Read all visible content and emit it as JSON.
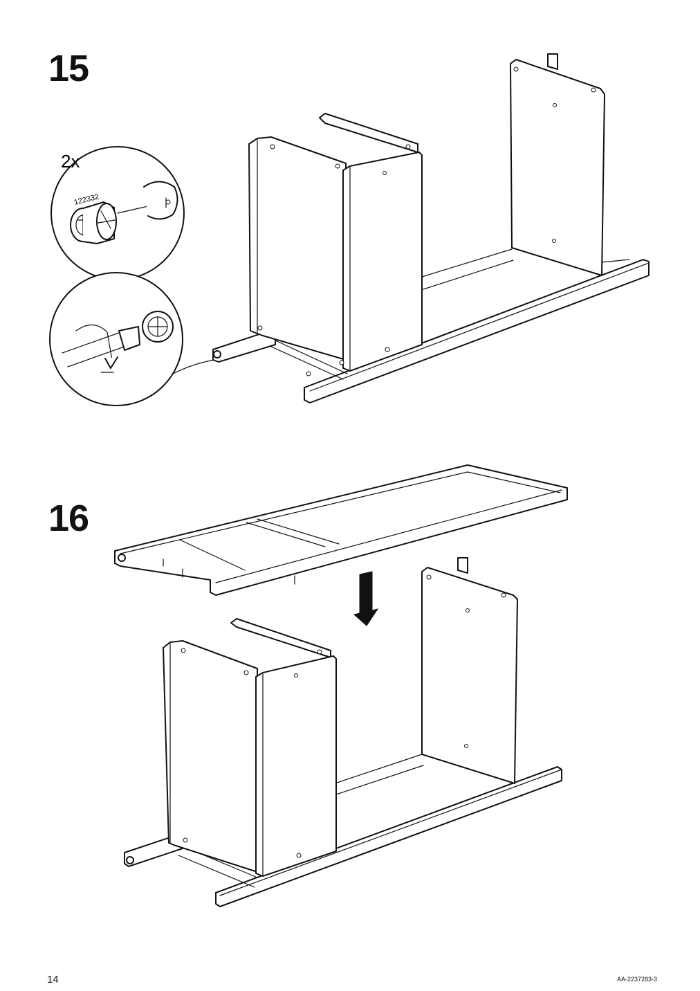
{
  "steps": [
    {
      "number": "15",
      "quantity_label": "2x",
      "part_number": "122332"
    },
    {
      "number": "16"
    }
  ],
  "footer": {
    "page_number": "14",
    "doc_code": "AA-2237283-3"
  },
  "icons": [
    "cam-lock-fitting-icon",
    "screwdriver-turn-icon",
    "arrow-down-icon"
  ]
}
